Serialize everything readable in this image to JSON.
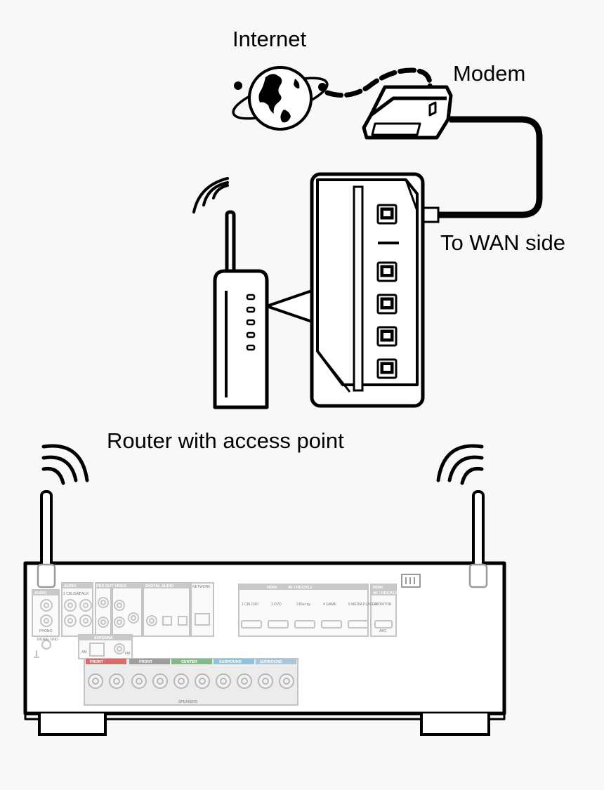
{
  "labels": {
    "internet": "Internet",
    "modem": "Modem",
    "wan": "To WAN side",
    "router": "Router with access point"
  },
  "panel": {
    "audio_in": "AUDIO",
    "audio": "AUDIO",
    "pre_out": "PRE OUT",
    "video": "VIDEO",
    "digital_audio": "DIGITAL AUDIO",
    "network": "NETWORK",
    "hdmi": "HDMI",
    "hdmi_spec": "4K / HDCP2.2",
    "hdmi_out": "HDMI",
    "hdmi_out_spec": "4K / HDCP2.2",
    "monitor": "MONITOR",
    "arc": "ARC",
    "antenna": "ANTENNA",
    "am": "AM",
    "fm": "FM",
    "signal_gnd": "SIGNAL GND",
    "phono": "PHONO",
    "speakers": "SPEAKERS",
    "audio_inputs": [
      "1 CBL/SAT",
      "2 AUX"
    ],
    "hdmi_inputs": [
      "1 CBL/SAT",
      "2 DVD",
      "3 Blu-ray",
      "4 GAME",
      "5 MEDIA PLAYER"
    ],
    "speaker_groups": [
      "FRONT",
      "FRONT",
      "CENTER",
      "SURROUND",
      "SURROUND"
    ]
  },
  "colors": {
    "line": "#000000",
    "panel_gray": "#c9c9c9",
    "front_l": "#d96b6b",
    "front_r": "#9e9e9e",
    "center": "#86b98a",
    "surround_l": "#8fc4df",
    "surround_r": "#a8c6dc"
  }
}
